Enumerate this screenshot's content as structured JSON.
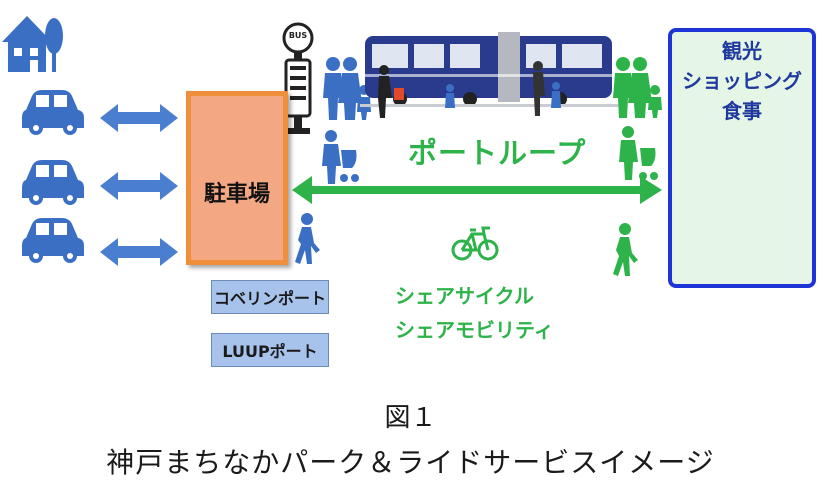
{
  "parking": {
    "label": "駐車場"
  },
  "ports": [
    {
      "label": "コベリンポート"
    },
    {
      "label": "LUUPポート"
    }
  ],
  "destination": {
    "lines": [
      "観光",
      "ショッピング",
      "食事"
    ]
  },
  "loop": {
    "label": "ポートループ"
  },
  "share": {
    "line1": "シェアサイクル",
    "line2": "シェアモビリティ"
  },
  "bus_sign": "BUS",
  "figure": {
    "number": "図１",
    "caption": "神戸まちなかパーク＆ライドサービスイメージ"
  },
  "colors": {
    "blue": "#3b6fc4",
    "arrow_blue": "#4a7fcf",
    "green": "#2db34a",
    "parking_fill": "#f4a783",
    "parking_border": "#f08f3b",
    "destination_border": "#1d35d6",
    "bus_body": "#2a3a8c"
  }
}
